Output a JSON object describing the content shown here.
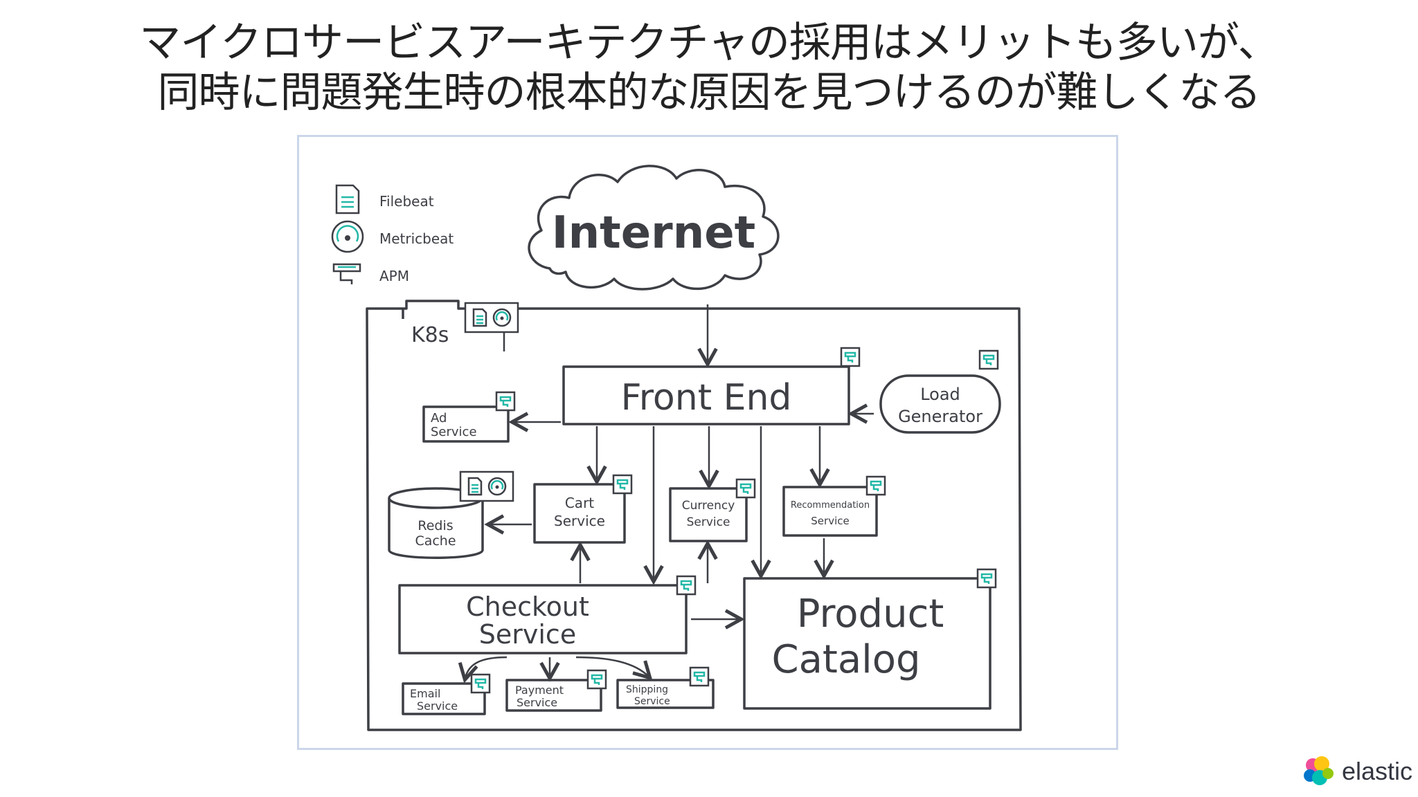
{
  "title": {
    "line1": "マイクロサービスアーキテクチャの採用はメリットも多いが、",
    "line2": "同時に問題発生時の根本的な原因を見つけるのが難しくなる"
  },
  "legend": {
    "filebeat": "Filebeat",
    "metricbeat": "Metricbeat",
    "apm": "APM"
  },
  "diagram": {
    "cloud": "Internet",
    "cluster_label": "K8s",
    "front_end": "Front End",
    "load_generator": [
      "Load",
      "Generator"
    ],
    "ad_service": [
      "Ad",
      "Service"
    ],
    "redis_cache": [
      "Redis",
      "Cache"
    ],
    "cart_service": [
      "Cart",
      "Service"
    ],
    "currency_service": [
      "Currency",
      "Service"
    ],
    "recommendation_service": [
      "Recommendation",
      "Service"
    ],
    "checkout_service": [
      "Checkout",
      "Service"
    ],
    "product_catalog": [
      "Product",
      "Catalog"
    ],
    "email_service": [
      "Email",
      "Service"
    ],
    "payment_service": [
      "Payment",
      "Service"
    ],
    "shipping_service": [
      "Shipping",
      "Service"
    ]
  },
  "brand": {
    "logo_text": "elastic",
    "accent": "#22b8a7",
    "ink": "#3d3f45"
  }
}
